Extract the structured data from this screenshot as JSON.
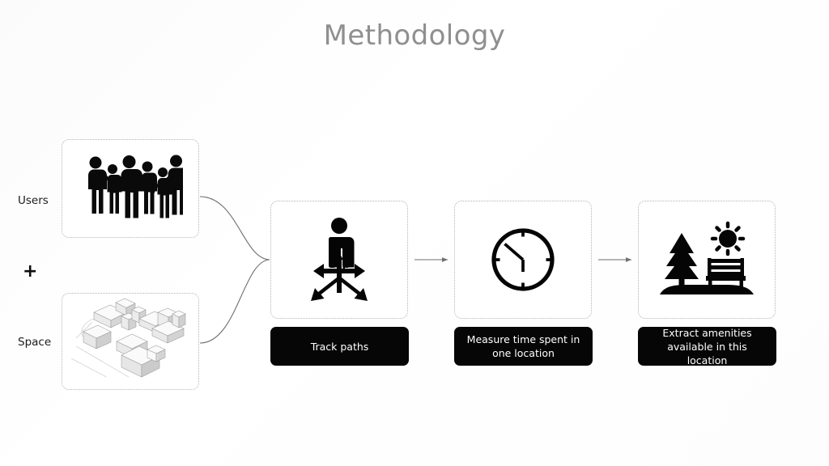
{
  "slide": {
    "title": "Methodology",
    "background_color": "#fdfdfd",
    "title_color": "#8f8f8f"
  },
  "inputs": {
    "users": {
      "label": "Users",
      "icon": "people-group-silhouette-icon"
    },
    "operator": "+",
    "space": {
      "label": "Space",
      "icon": "axonometric-city-blocks-icon"
    }
  },
  "stages": [
    {
      "icon": "person-multiple-paths-arrows-icon",
      "caption": "Track paths"
    },
    {
      "icon": "clock-icon",
      "caption": "Measure time spent in one location"
    },
    {
      "icon": "park-tree-bench-sun-icon",
      "caption": "Extract amenities available in this location"
    }
  ],
  "connectors": {
    "users_to_stage1": "curve",
    "space_to_stage1": "curve",
    "stage1_to_stage2": "arrow",
    "stage2_to_stage3": "arrow",
    "line_color": "#6f6f6f"
  },
  "colors": {
    "caption_background": "#060606",
    "caption_text": "#ffffff",
    "box_border": "#b5b5b5",
    "icon_black": "#000000"
  }
}
